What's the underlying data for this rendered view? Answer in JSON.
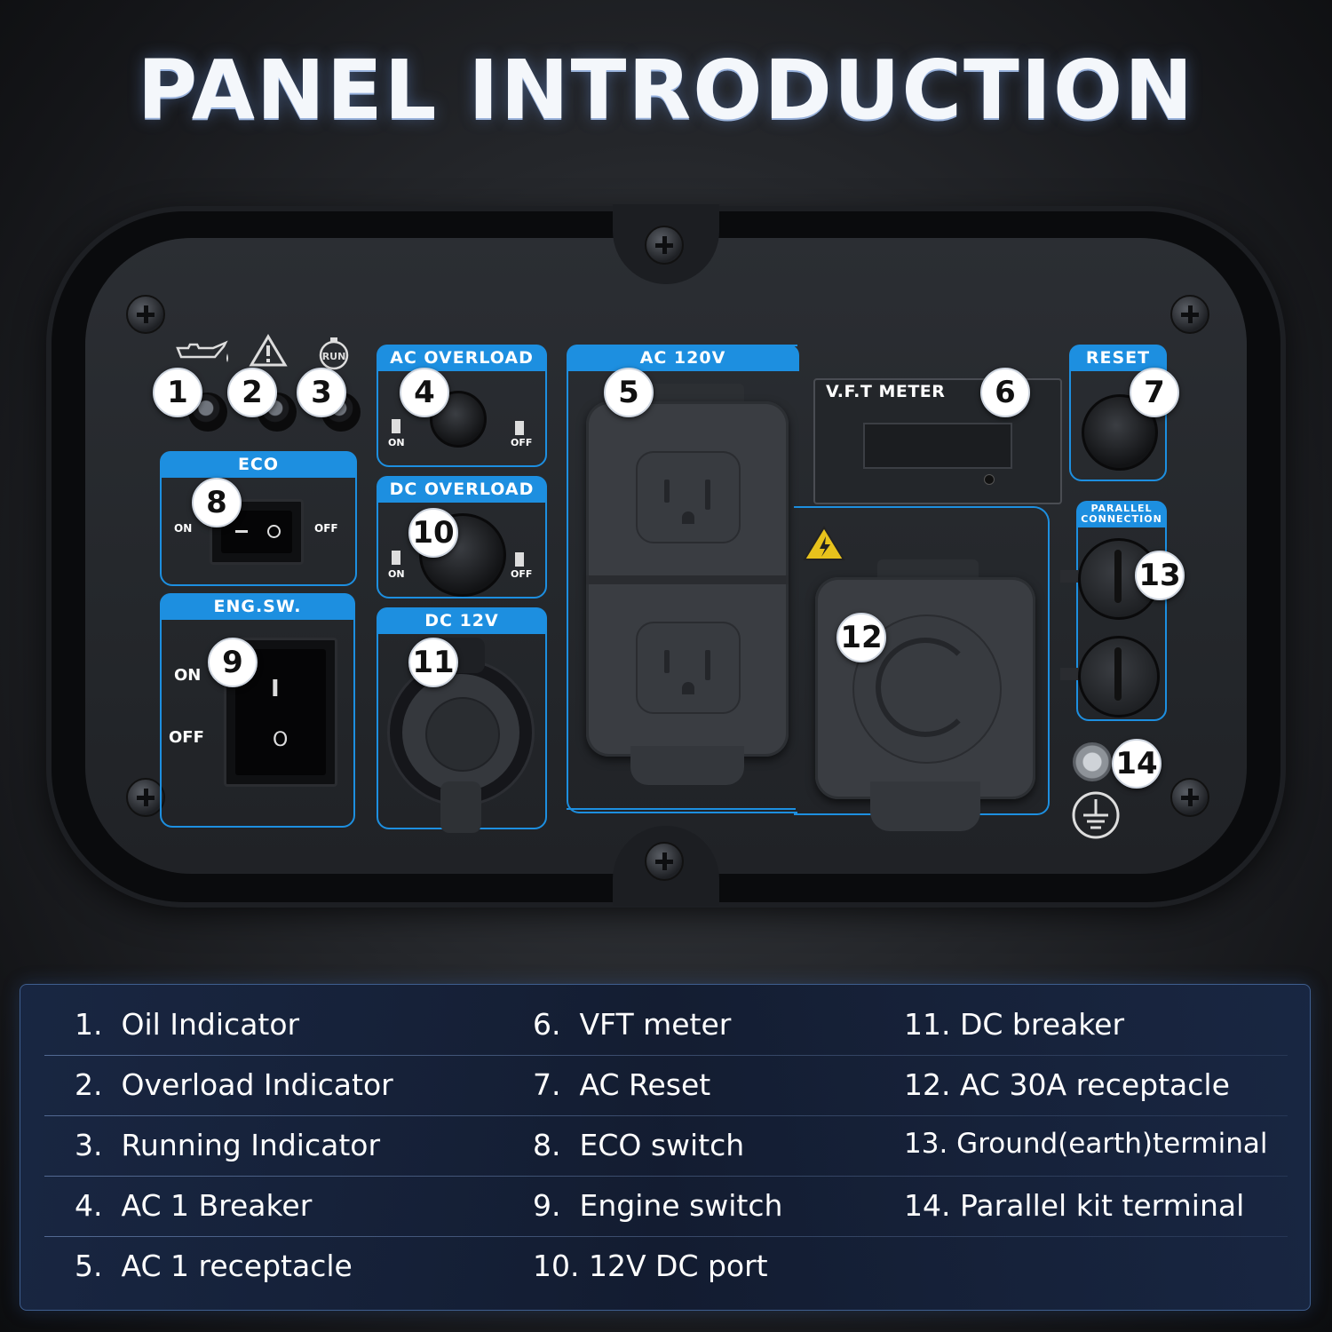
{
  "title": "PANEL INTRODUCTION",
  "panel": {
    "ac_overload": "AC OVERLOAD",
    "dc_overload": "DC OVERLOAD",
    "ac_120v": "AC  120V",
    "vft_meter": "V.F.T METER",
    "reset": "RESET",
    "eco": "ECO",
    "eng_sw": "ENG.SW.",
    "dc_12v": "DC 12V",
    "parallel": "PARALLEL CONNECTION",
    "on": "ON",
    "off": "OFF",
    "run": "RUN",
    "rocker_on_mark": "I",
    "rocker_off_mark": "O",
    "numbers": [
      "1",
      "2",
      "3",
      "4",
      "5",
      "6",
      "7",
      "8",
      "9",
      "10",
      "11",
      "12",
      "13",
      "14"
    ]
  },
  "legend": {
    "col1": [
      {
        "n": "1.",
        "text": "Oil Indicator"
      },
      {
        "n": "2.",
        "text": "Overload Indicator"
      },
      {
        "n": "3.",
        "text": "Running Indicator"
      },
      {
        "n": "4.",
        "text": "AC 1 Breaker"
      },
      {
        "n": "5.",
        "text": "AC 1 receptacle"
      }
    ],
    "col2": [
      {
        "n": "6.",
        "text": "VFT meter"
      },
      {
        "n": "7.",
        "text": "AC Reset"
      },
      {
        "n": "8.",
        "text": "ECO switch"
      },
      {
        "n": "9.",
        "text": "Engine switch"
      },
      {
        "n": "10.",
        "text": "12V DC port"
      }
    ],
    "col3": [
      {
        "n": "11.",
        "text": "DC breaker"
      },
      {
        "n": "12.",
        "text": "AC 30A receptacle"
      },
      {
        "n": "13.",
        "text": "Ground(earth)terminal"
      },
      {
        "n": "14.",
        "text": "Parallel kit terminal"
      }
    ]
  },
  "colors": {
    "accent_blue": "#1d8fe0",
    "panel_dark": "#24272b"
  },
  "icons": [
    "oil-can-icon",
    "warning-triangle-icon",
    "run-icon",
    "hazard-icon",
    "ground-icon"
  ]
}
